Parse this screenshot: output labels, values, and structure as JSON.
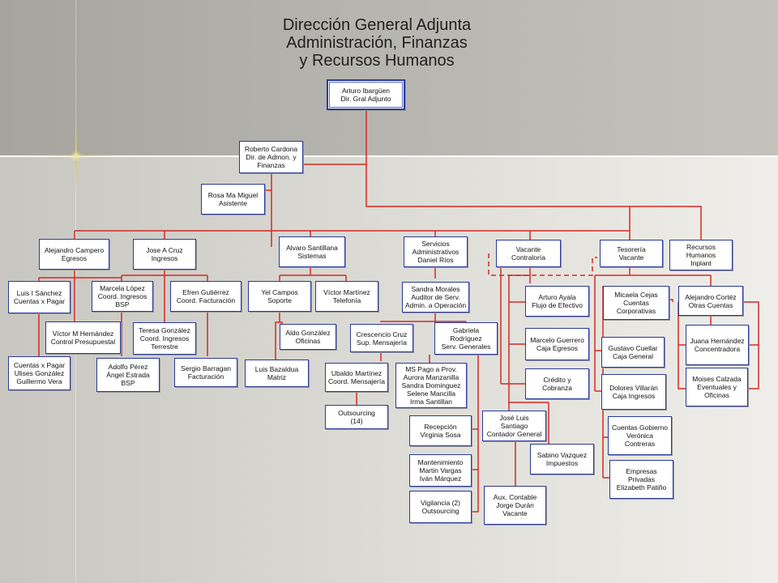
{
  "title": [
    "Dirección General Adjunta",
    "Administración, Finanzas",
    "y Recursos Humanos"
  ],
  "boxes": [
    {
      "id": "arturo-ibarguen",
      "lines": [
        "Arturo Ibargüen",
        "Dir. Gral Adjunto"
      ]
    },
    {
      "id": "roberto-cardona",
      "lines": [
        "Roberto Cardona",
        "Dir. de Admon. y",
        "Finanzas"
      ]
    },
    {
      "id": "rosa-miguel",
      "lines": [
        "Rosa Ma Miguel",
        "Asistente"
      ]
    },
    {
      "id": "alejandro-campero",
      "lines": [
        "Alejandro Campero",
        "Egresos"
      ]
    },
    {
      "id": "jose-cruz",
      "lines": [
        "Jose A Cruz",
        "Ingresos"
      ]
    },
    {
      "id": "alvaro-santillana",
      "lines": [
        "Alvaro Santillana",
        "Sistemas"
      ]
    },
    {
      "id": "servicios-administrativos",
      "lines": [
        "Servicios",
        "Administrativos",
        "Daniel Ríos"
      ]
    },
    {
      "id": "contraloria",
      "lines": [
        "Vacante",
        "Contraloría"
      ]
    },
    {
      "id": "tesoreria",
      "lines": [
        "Tesorería",
        "Vacante"
      ]
    },
    {
      "id": "recursos-humanos",
      "lines": [
        "Recursos",
        "Humanos",
        "Inplant"
      ]
    },
    {
      "id": "luis-sanchez",
      "lines": [
        "Luis I Sánchez",
        "Cuentas x Pagar"
      ]
    },
    {
      "id": "victor-hernandez",
      "lines": [
        "Víctor M Hernández",
        "Control Presupuestal"
      ]
    },
    {
      "id": "cuentas-pagar",
      "lines": [
        "Cuentas x Pagar",
        "Ulises González",
        "Guillermo Vera"
      ]
    },
    {
      "id": "marcela-lopez",
      "lines": [
        "Marcela López",
        "Coord. Ingresos",
        "BSP"
      ]
    },
    {
      "id": "efren-gutierrez",
      "lines": [
        "Efren Gutiérrez",
        "Coord. Facturación"
      ]
    },
    {
      "id": "teresa-gonzalez",
      "lines": [
        "Teresa González",
        "Coord. Ingresos",
        "Terrestre"
      ]
    },
    {
      "id": "adolfo-perez",
      "lines": [
        "Adolfo Pérez",
        "Ángel Estrada",
        "BSP"
      ]
    },
    {
      "id": "sergio-barragan",
      "lines": [
        "Sergio Barragan",
        "Facturación"
      ]
    },
    {
      "id": "yel-campos",
      "lines": [
        "Yel Campos",
        "Soporte"
      ]
    },
    {
      "id": "victor-martinez",
      "lines": [
        "Víctor Martínez",
        "Telefonía"
      ]
    },
    {
      "id": "aldo-gonzalez",
      "lines": [
        "Aldo González",
        "Oficinas"
      ]
    },
    {
      "id": "luis-bazaldua",
      "lines": [
        "Luis Bazaldua",
        "Matriz"
      ]
    },
    {
      "id": "sandra-morales",
      "lines": [
        "Sandra Morales",
        "Auditor de Serv.",
        "Admin. a Operación"
      ]
    },
    {
      "id": "crescencio-cruz",
      "lines": [
        "Crescencio Cruz",
        "Sup. Mensajería"
      ]
    },
    {
      "id": "gabriela-rodriguez",
      "lines": [
        "Gabriela",
        "Rodríguez",
        "Serv.  Generales"
      ]
    },
    {
      "id": "ubaldo-martinez",
      "lines": [
        "Ubaldo Martínez",
        "Coord. Mensajería"
      ]
    },
    {
      "id": "ms-pago",
      "lines": [
        "MS Pago a Prov.",
        "Aurora Manzanilla",
        "Sandra Dominguez",
        "Selene Mancilla",
        "Irma Santillan"
      ]
    },
    {
      "id": "outsourcing-14",
      "lines": [
        "Outsourcing",
        "(14)"
      ]
    },
    {
      "id": "recepcion",
      "lines": [
        "Recepción",
        "Virginia Sosa"
      ]
    },
    {
      "id": "mantenimiento",
      "lines": [
        "Mantenimiento",
        "Martin Vargas",
        "Iván Márquez"
      ]
    },
    {
      "id": "vigilancia",
      "lines": [
        "Vigilancia (2)",
        "Outsourcing"
      ]
    },
    {
      "id": "arturo-ayala",
      "lines": [
        "Arturo Ayala",
        "Flujo de Efectivo"
      ]
    },
    {
      "id": "marcelo-guerrero",
      "lines": [
        "Marcelo Guerrero",
        "Caja Egresos"
      ]
    },
    {
      "id": "credito-cobranza",
      "lines": [
        "Crédito y",
        "Cobranza"
      ]
    },
    {
      "id": "jose-luis-santiago",
      "lines": [
        "José Luis",
        "Santiago",
        "Contador General"
      ]
    },
    {
      "id": "sabino-vazquez",
      "lines": [
        "Sabino Vazquez",
        "Impuestos"
      ]
    },
    {
      "id": "aux-contable",
      "lines": [
        "Aux. Contable",
        "Jorge Durán",
        "Vacante"
      ]
    },
    {
      "id": "micaela-cejas",
      "lines": [
        "Micaela Cejas",
        "Cuentas",
        "Corporativas"
      ]
    },
    {
      "id": "alejandro-cortez",
      "lines": [
        "Alejandro Cortéz",
        "Otras Cuentas"
      ]
    },
    {
      "id": "gustavo-cuellar",
      "lines": [
        "Gustavo Cuellar",
        "Caja General"
      ]
    },
    {
      "id": "juana-hernandez",
      "lines": [
        "Juana Hernández",
        "Concentradora"
      ]
    },
    {
      "id": "dolores-villaran",
      "lines": [
        "Dolores Villarán",
        "Caja Ingresos"
      ]
    },
    {
      "id": "moises-calzada",
      "lines": [
        "Moises Calzada",
        "Eventuales y",
        "Oficinas"
      ]
    },
    {
      "id": "cuentas-gobierno",
      "lines": [
        "Cuentas Gobierno",
        "Verónica",
        "Contreras"
      ]
    },
    {
      "id": "empresas-privadas",
      "lines": [
        "Empresas",
        "Privadas",
        "Elizabeth Patiño"
      ]
    }
  ],
  "colors": {
    "connector": "#d42a24",
    "dashed": "#d42a24",
    "box_border": "#2a3a9a"
  }
}
